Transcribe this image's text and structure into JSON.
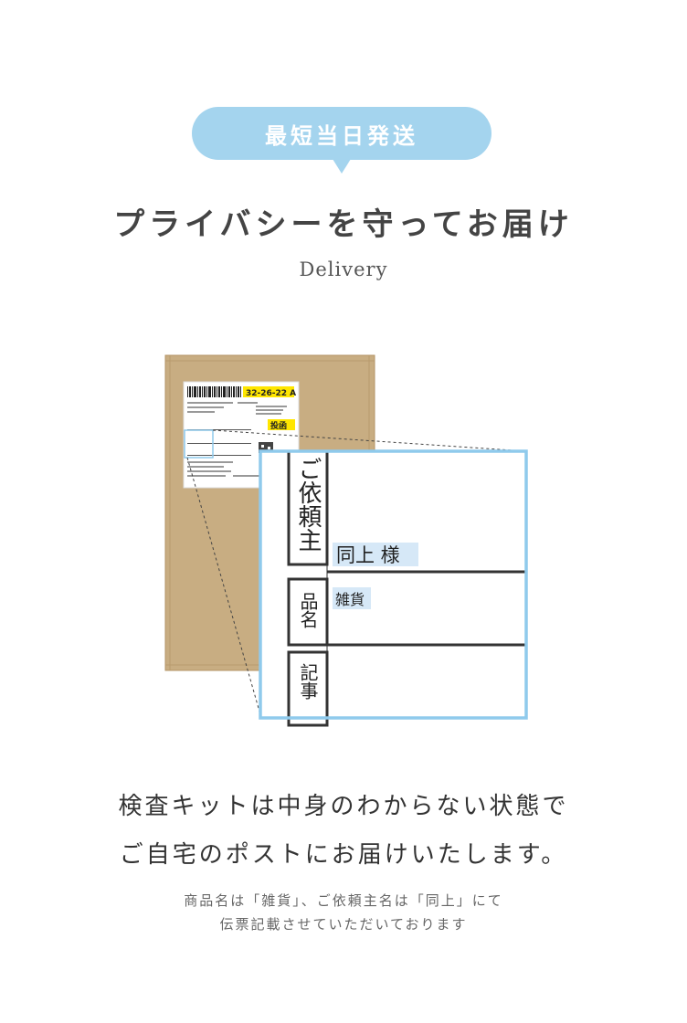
{
  "badge": {
    "text": "最短当日発送"
  },
  "headline": "プライバシーを守ってお届け",
  "subline": "Delivery",
  "label": {
    "barcode_number": "32-26-22 A",
    "posting_tag": "投函"
  },
  "zoom": {
    "sender_header": "ご依頼主",
    "sender_value": "同上 様",
    "item_header": "品名",
    "item_value": "雑貨",
    "note_header": "記事"
  },
  "body": {
    "line1": "検査キットは中身のわからない状態で",
    "line2": "ご自宅のポストにお届けいたします。"
  },
  "note": {
    "line1": "商品名は「雑貨」、ご依頼主名は「同上」にて",
    "line2": "伝票記載させていただいております"
  },
  "colors": {
    "badge": "#a4d4ee",
    "cardboard": "#c8ad82",
    "zoom_border": "#8fcaec",
    "highlight": "#d6e8f7",
    "tag_yellow": "#ffe600"
  }
}
